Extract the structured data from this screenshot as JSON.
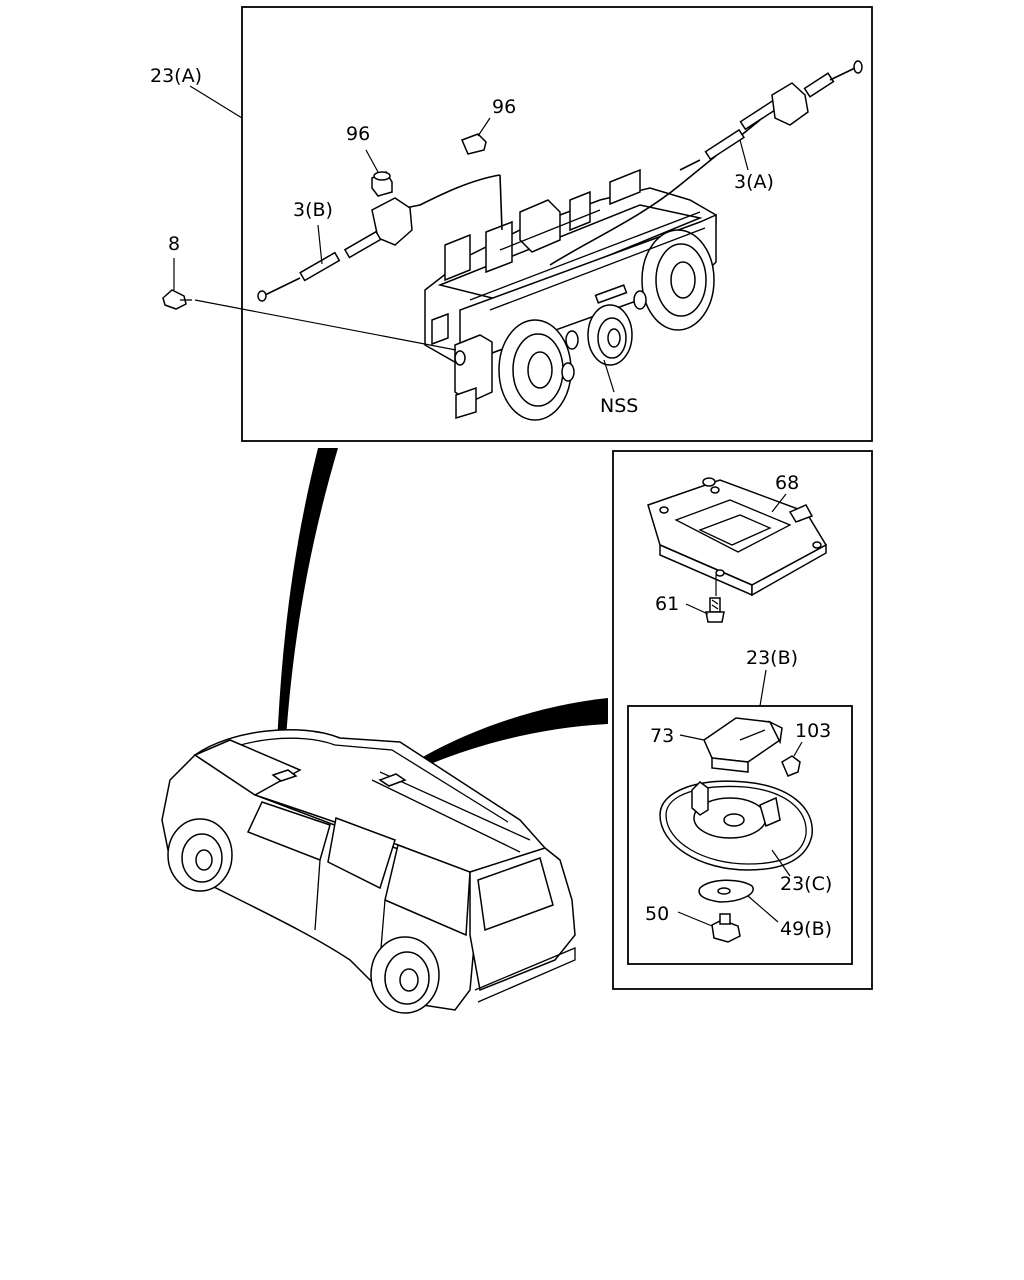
{
  "diagram": {
    "labels": {
      "l_23a": "23(A)",
      "l_96_left": "96",
      "l_96_right": "96",
      "l_3a": "3(A)",
      "l_3b": "3(B)",
      "l_8": "8",
      "l_nss": "NSS",
      "l_68": "68",
      "l_61": "61",
      "l_23b": "23(B)",
      "l_73": "73",
      "l_103": "103",
      "l_23c": "23(C)",
      "l_50": "50",
      "l_49b": "49(B)"
    }
  }
}
